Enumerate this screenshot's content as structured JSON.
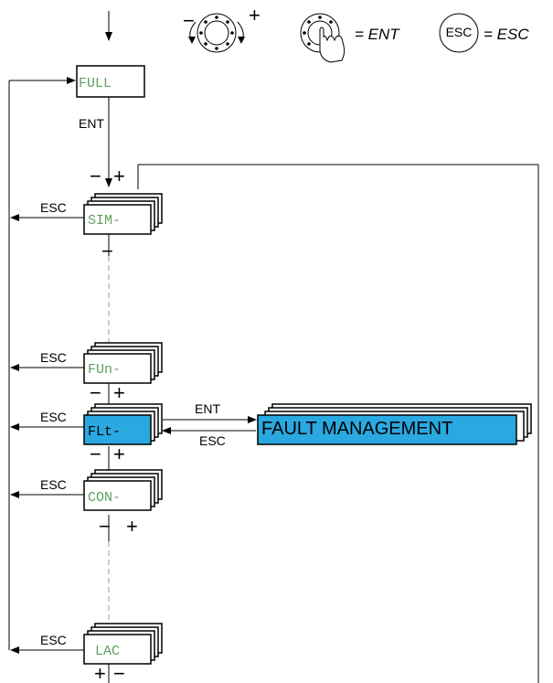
{
  "legend": {
    "minus": "−",
    "plus": "+",
    "ent_text": "= ENT",
    "esc_button": "ESC",
    "esc_text": "= ESC"
  },
  "top_menu": {
    "code": "FULL",
    "ent_label": "ENT"
  },
  "menus": {
    "sim": {
      "code": "SIM-",
      "esc": "ESC",
      "minus": "−",
      "plus": "+",
      "below_minus": "−"
    },
    "fun": {
      "code": "FUn-",
      "esc": "ESC",
      "minus": "−",
      "plus": "+"
    },
    "flt": {
      "code": "FLt-",
      "esc": "ESC",
      "minus": "−",
      "plus": "+",
      "ent": "ENT",
      "esc_back": "ESC"
    },
    "con": {
      "code": "CON-",
      "esc": "ESC",
      "minus": "−",
      "plus": "+"
    },
    "lac": {
      "code": "LAC",
      "esc": "ESC",
      "plus": "+",
      "minus": "−"
    }
  },
  "submenu": {
    "title": "FAULT MANAGEMENT"
  },
  "colors": {
    "highlight": "#2aa8e0",
    "code_green": "#5fa05f",
    "line": "#000000"
  }
}
